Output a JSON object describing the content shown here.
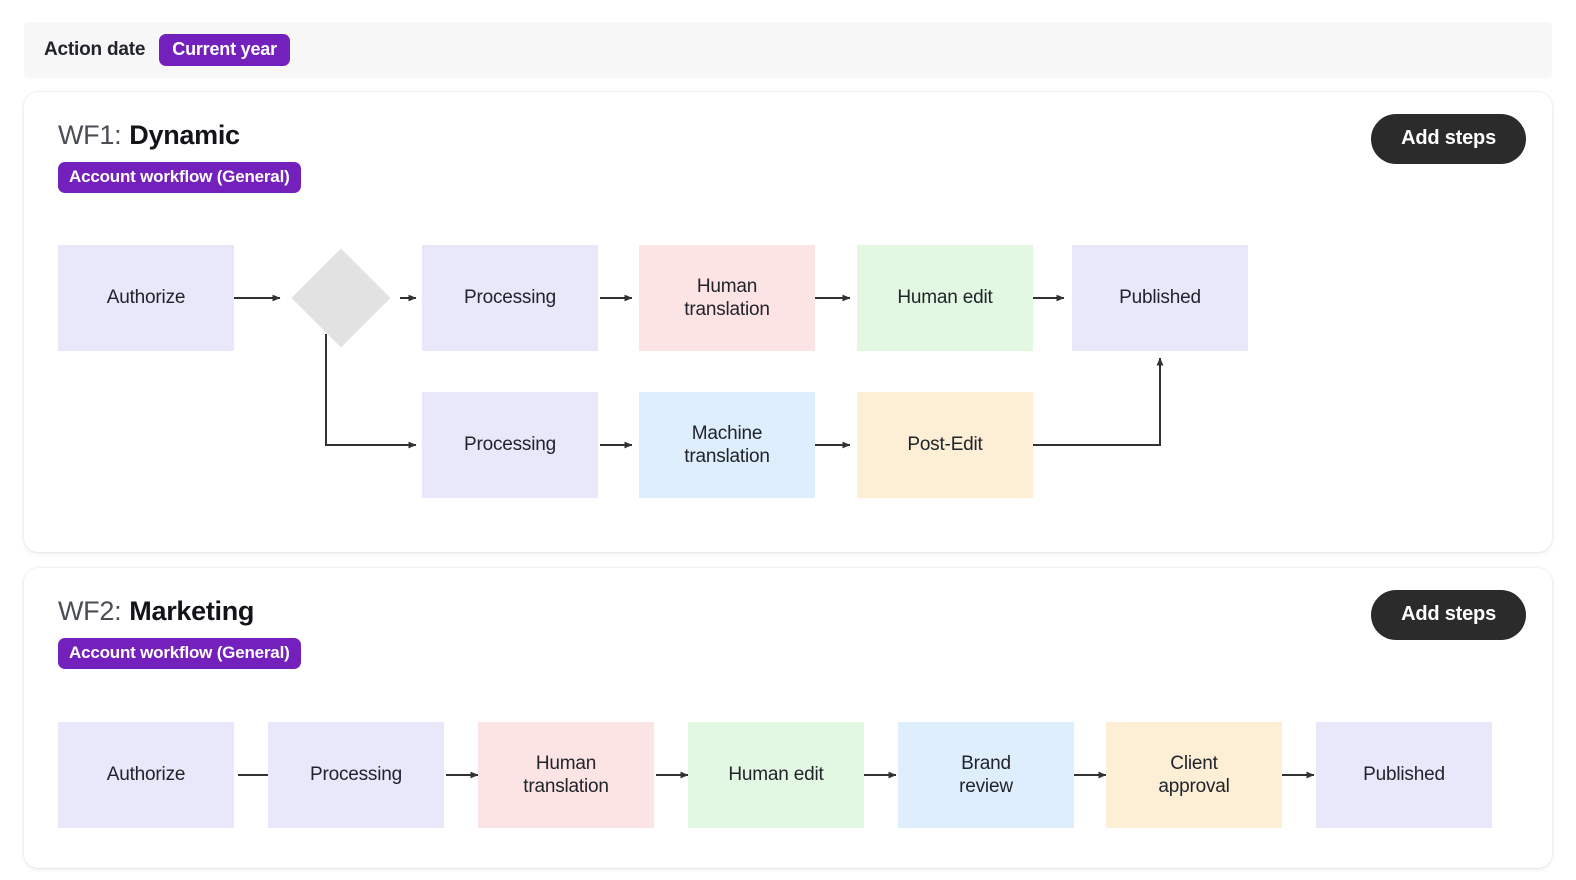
{
  "filter_bar": {
    "label": "Action date",
    "chip": "Current year"
  },
  "colors": {
    "accent_purple": "#7320bd",
    "button_dark": "#2b2b2b",
    "page_bg": "#ffffff",
    "bar_bg": "#f7f7f7",
    "node_lavender": "#e9e8fa",
    "node_pink": "#fde4e4",
    "node_green": "#e2f8e2",
    "node_blue": "#deeefc",
    "node_peach": "#fdefd5",
    "node_gray": "#e2e2e2"
  },
  "workflows": [
    {
      "id": "wf1",
      "prefix": "WF1:",
      "name": "Dynamic",
      "badge": "Account workflow (General)",
      "add_steps_label": "Add steps",
      "nodes": {
        "authorize": "Authorize",
        "decision": "",
        "processing_top": "Processing",
        "human_translation": "Human\ntranslation",
        "human_edit": "Human edit",
        "published": "Published",
        "processing_bottom": "Processing",
        "machine_translation": "Machine\ntranslation",
        "post_edit": "Post-Edit"
      }
    },
    {
      "id": "wf2",
      "prefix": "WF2:",
      "name": "Marketing",
      "badge": "Account workflow (General)",
      "add_steps_label": "Add steps",
      "nodes": {
        "authorize": "Authorize",
        "processing": "Processing",
        "human_translation": "Human\ntranslation",
        "human_edit": "Human edit",
        "brand_review": "Brand\nreview",
        "client_approval": "Client\napproval",
        "published": "Published"
      }
    }
  ]
}
